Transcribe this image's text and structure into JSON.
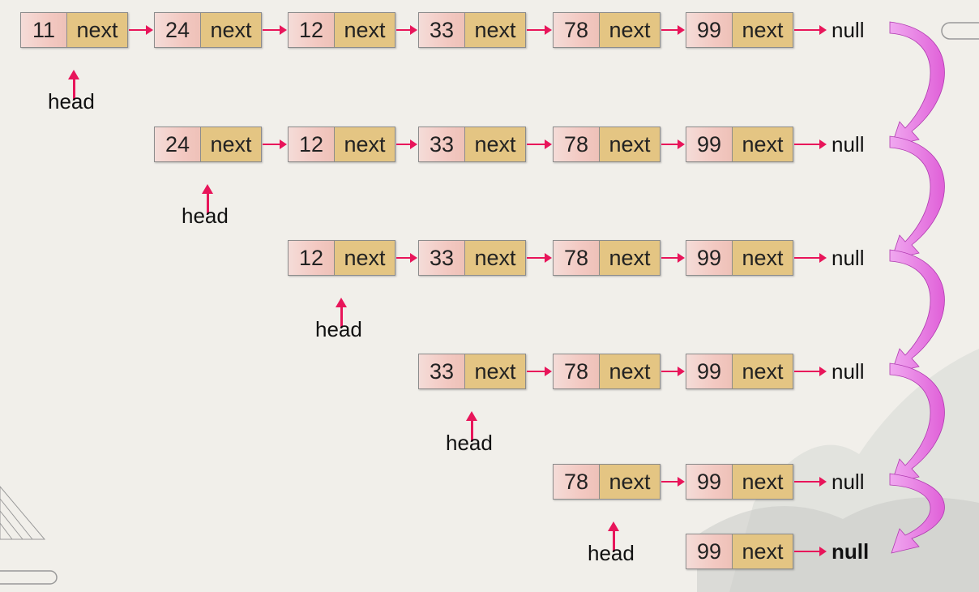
{
  "rows": [
    {
      "nodes": [
        {
          "value": "11",
          "next": "next"
        },
        {
          "value": "24",
          "next": "next"
        },
        {
          "value": "12",
          "next": "next"
        },
        {
          "value": "33",
          "next": "next"
        },
        {
          "value": "78",
          "next": "next"
        },
        {
          "value": "99",
          "next": "next"
        }
      ],
      "null_label": "null",
      "head_label": "head"
    },
    {
      "nodes": [
        {
          "value": "24",
          "next": "next"
        },
        {
          "value": "12",
          "next": "next"
        },
        {
          "value": "33",
          "next": "next"
        },
        {
          "value": "78",
          "next": "next"
        },
        {
          "value": "99",
          "next": "next"
        }
      ],
      "null_label": "null",
      "head_label": "head"
    },
    {
      "nodes": [
        {
          "value": "12",
          "next": "next"
        },
        {
          "value": "33",
          "next": "next"
        },
        {
          "value": "78",
          "next": "next"
        },
        {
          "value": "99",
          "next": "next"
        }
      ],
      "null_label": "null",
      "head_label": "head"
    },
    {
      "nodes": [
        {
          "value": "33",
          "next": "next"
        },
        {
          "value": "78",
          "next": "next"
        },
        {
          "value": "99",
          "next": "next"
        }
      ],
      "null_label": "null",
      "head_label": "head"
    },
    {
      "nodes": [
        {
          "value": "78",
          "next": "next"
        },
        {
          "value": "99",
          "next": "next"
        }
      ],
      "null_label": "null",
      "head_label": "head"
    },
    {
      "nodes": [
        {
          "value": "99",
          "next": "next"
        }
      ],
      "null_label": "null",
      "head_label": ""
    }
  ],
  "colors": {
    "pointer": "#e8155a",
    "value_cell": "#f3c9c2",
    "next_cell": "#e4c583",
    "flow_arrow": "#e060d8"
  }
}
